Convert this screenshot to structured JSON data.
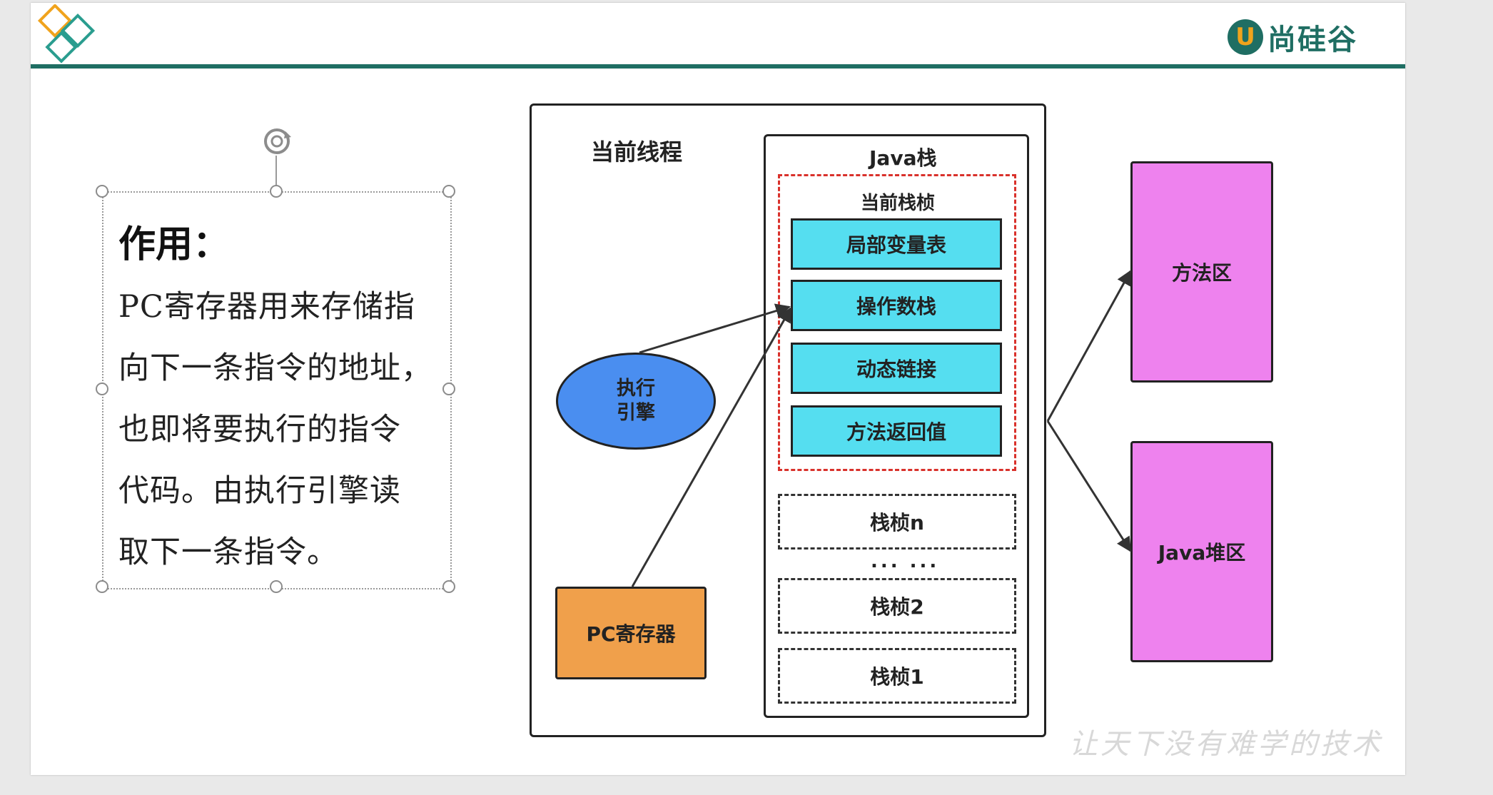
{
  "header": {
    "brand_letter": "U",
    "brand_name": "尚硅谷",
    "accent_color": "#1f6e63",
    "logo_color": "#f0a31c"
  },
  "textbox": {
    "title": "作用：",
    "lines": [
      "PC寄存器用来存储指",
      "向下一条指令的地址，",
      "也即将要执行的指令",
      "代码。由执行引擎读",
      "取下一条指令。"
    ]
  },
  "diagram": {
    "thread_label": "当前线程",
    "java_stack_label": "Java栈",
    "current_frame_label": "当前栈桢",
    "current_frame_items": [
      "局部变量表",
      "操作数栈",
      "动态链接",
      "方法返回值"
    ],
    "frames": {
      "frame_n": "栈桢n",
      "ellipsis": "... ...",
      "frame_2": "栈桢2",
      "frame_1": "栈桢1"
    },
    "engine_line1": "执行",
    "engine_line2": "引擎",
    "pc_register": "PC寄存器",
    "method_area": "方法区",
    "java_heap": "Java堆区",
    "colors": {
      "cyan": "#55def0",
      "engine_blue": "#4a8ef0",
      "pc_orange": "#f0a04b",
      "magenta": "#ee82ee",
      "dashed_red": "#d9312b"
    }
  },
  "watermark": "让天下没有难学的技术"
}
